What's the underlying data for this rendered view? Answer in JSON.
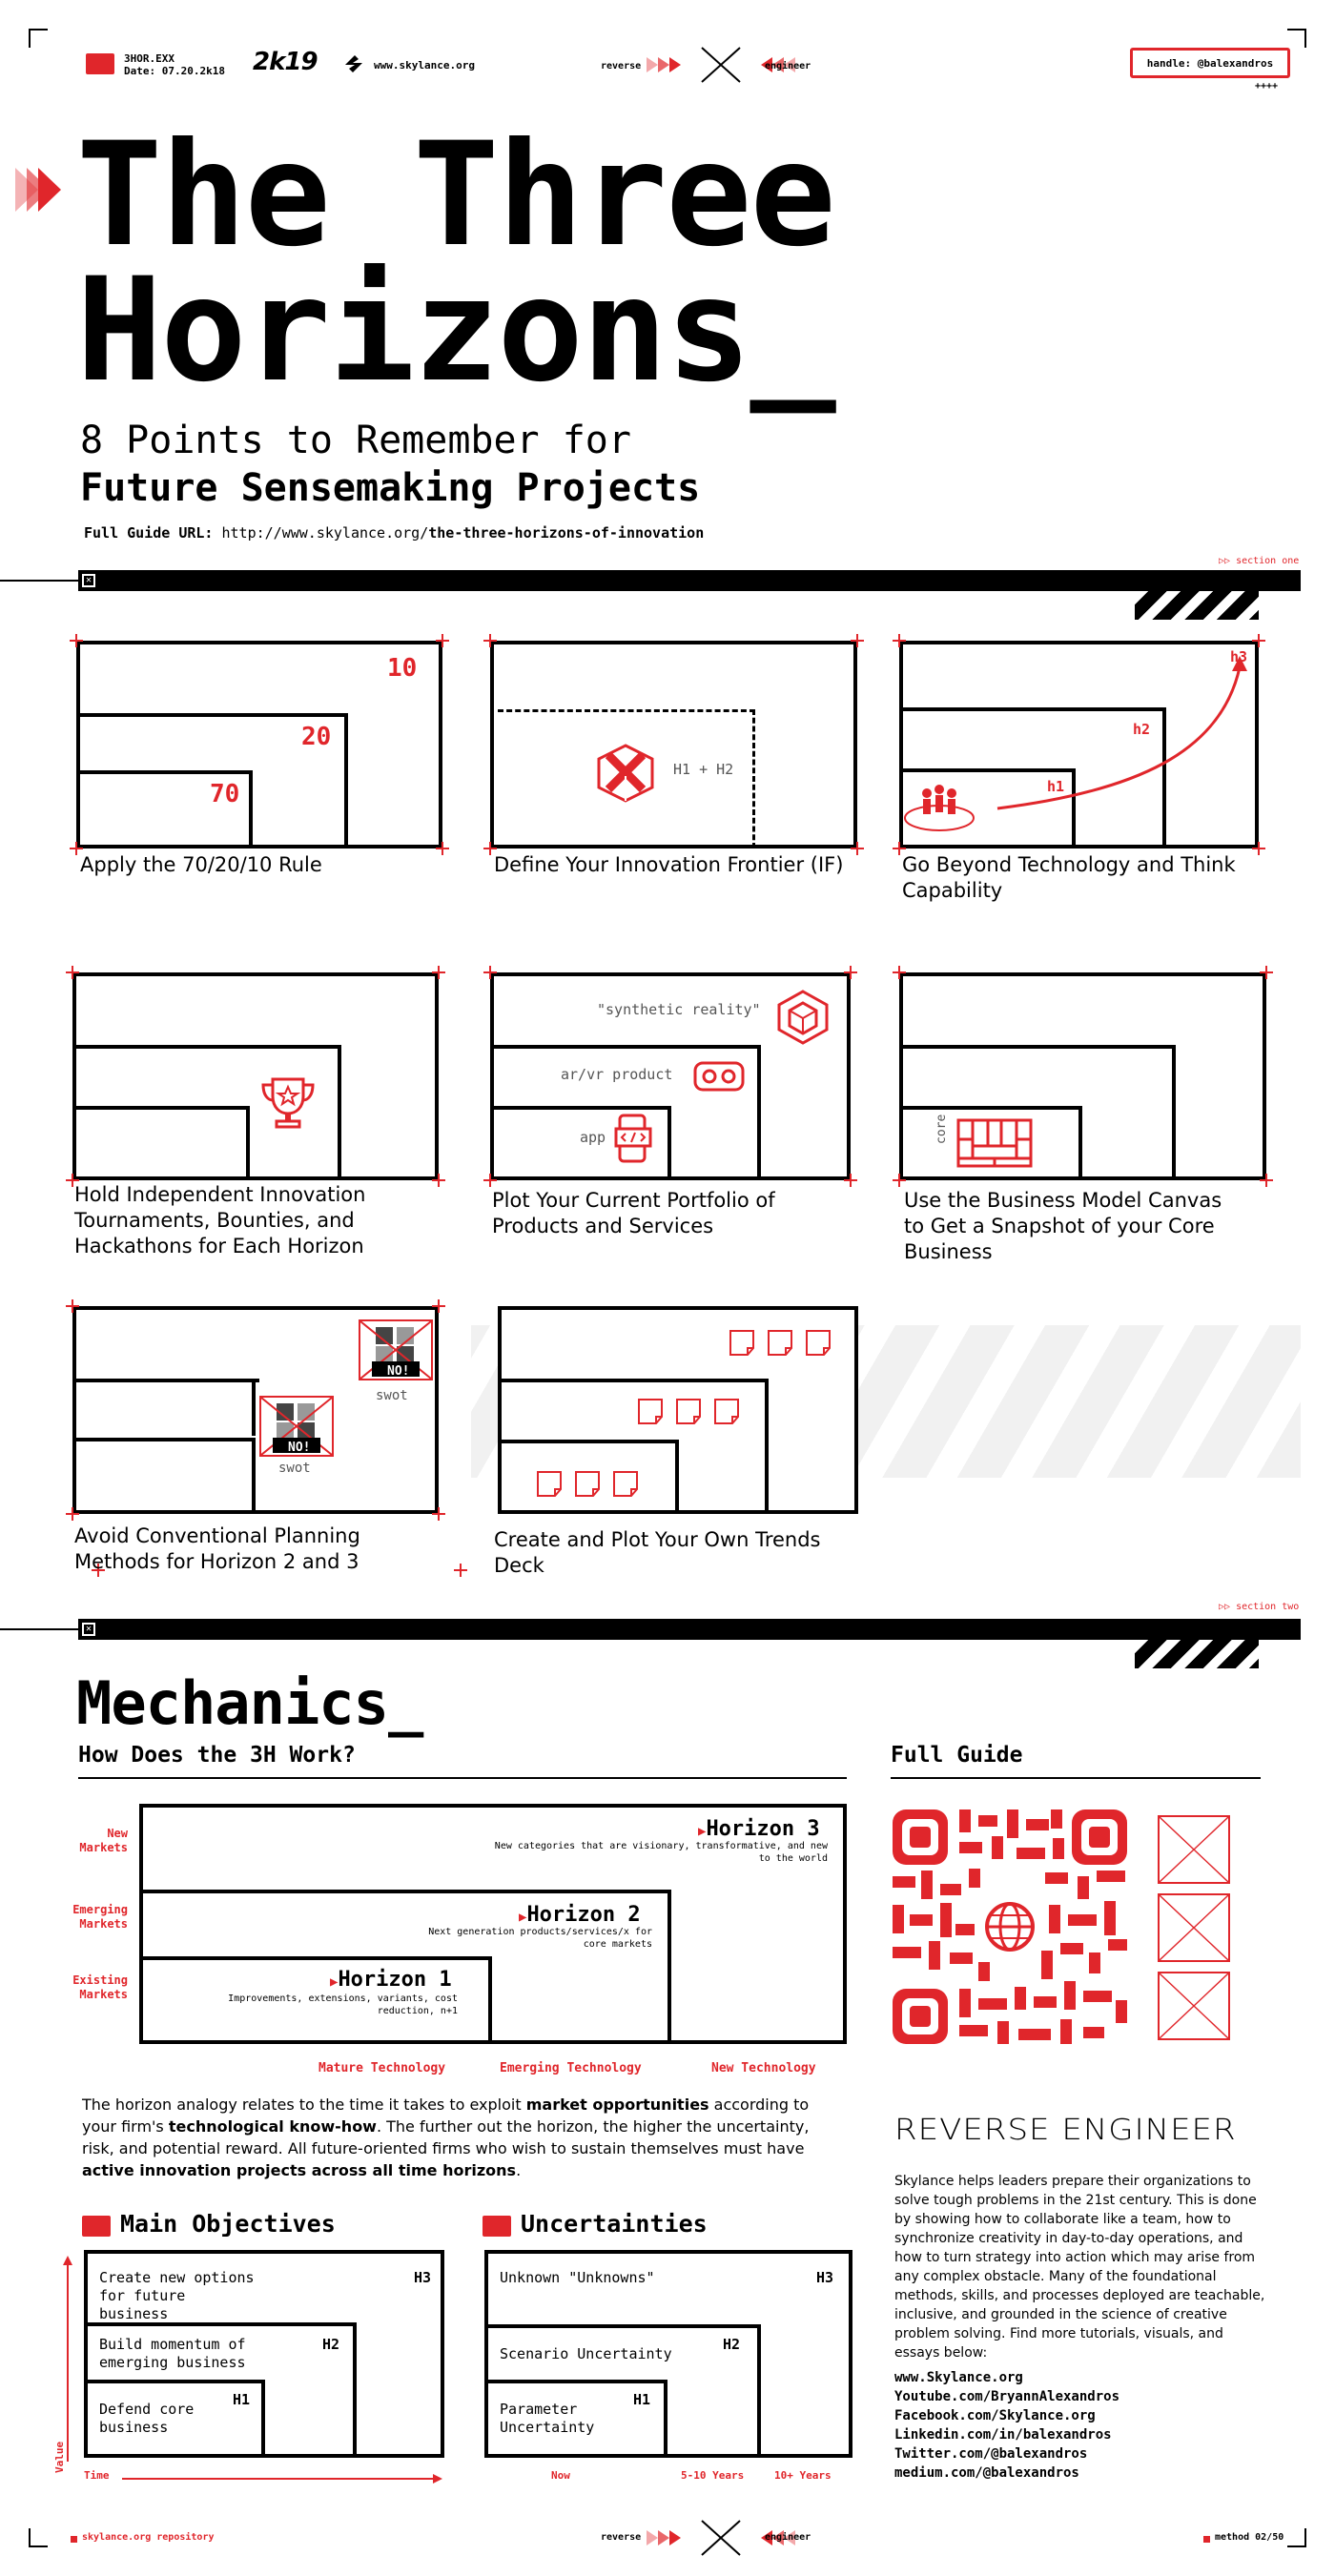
{
  "header": {
    "file_label": "3HOR.EXX",
    "date_label": "Date: 07.20.2k18",
    "year_logo": "2k19",
    "site": "www.skylance.org",
    "nav_left": "reverse",
    "nav_right": "engineer",
    "handle": "handle: @balexandros",
    "handle_marks": "++++"
  },
  "hero": {
    "title_line1": "The Three",
    "title_line2": "Horizons_",
    "subtitle_line1": "8 Points to Remember for",
    "subtitle_line2": "Future Sensemaking Projects",
    "guide_label": "Full Guide URL:",
    "guide_url_plain": "http://www.skylance.org/",
    "guide_url_bold": "the-three-horizons-of-innovation"
  },
  "sections": {
    "one": "section one",
    "two": "section two"
  },
  "cards": [
    {
      "title": "Apply the 70/20/10 Rule",
      "labels": [
        "10",
        "20",
        "70"
      ]
    },
    {
      "title": "Define Your Innovation Frontier (IF)",
      "labels": [
        "H1 + H2"
      ]
    },
    {
      "title": "Go Beyond Technology and Think Capability",
      "labels": [
        "h3",
        "h2",
        "h1"
      ]
    },
    {
      "title": "Hold Independent Innovation Tournaments, Bounties, and Hackathons for Each Horizon"
    },
    {
      "title": "Plot Your Current Portfolio of Products and Services",
      "labels": [
        "\"synthetic reality\"",
        "ar/vr product",
        "app"
      ]
    },
    {
      "title": "Use the Business Model Canvas to Get a Snapshot of your Core Business",
      "labels": [
        "core"
      ]
    },
    {
      "title": "Avoid Conventional Planning Methods for Horizon 2 and 3",
      "labels": [
        "swot",
        "swot",
        "NO!",
        "NO!"
      ]
    },
    {
      "title": "Create and Plot Your Own Trends Deck"
    }
  ],
  "mechanics": {
    "title": "Mechanics_",
    "question": "How Does the 3H Work?",
    "rows": [
      {
        "y_label_1": "New",
        "y_label_2": "Markets",
        "name": "Horizon 3",
        "desc": "New categories that are visionary, transformative, and new to the world"
      },
      {
        "y_label_1": "Emerging",
        "y_label_2": "Markets",
        "name": "Horizon 2",
        "desc": "Next generation products/services/x for core markets"
      },
      {
        "y_label_1": "Existing",
        "y_label_2": "Markets",
        "name": "Horizon 1",
        "desc": "Improvements, extensions, variants, cost reduction, n+1"
      }
    ],
    "x_labels": [
      "Mature Technology",
      "Emerging Technology",
      "New Technology"
    ],
    "paragraph_parts": [
      "The horizon analogy relates to the time it takes to exploit ",
      "market opportunities",
      " according to your firm's ",
      "technological know-how",
      ". The further out the horizon, the higher the uncertainty, risk, and potential reward. All future-oriented firms who wish to sustain themselves must have ",
      "active innovation projects across all time horizons",
      "."
    ]
  },
  "objectives": {
    "title": "Main Objectives",
    "items": [
      {
        "tag": "H3",
        "text": "Create new options for future business"
      },
      {
        "tag": "H2",
        "text": "Build momentum of emerging business"
      },
      {
        "tag": "H1",
        "text": "Defend core business"
      }
    ],
    "y_axis": "Value",
    "x_axis": "Time"
  },
  "uncertainties": {
    "title": "Uncertainties",
    "items": [
      {
        "tag": "H3",
        "text": "Unknown \"Unknowns\""
      },
      {
        "tag": "H2",
        "text": "Scenario Uncertainty"
      },
      {
        "tag": "H1",
        "text": "Parameter Uncertainty"
      }
    ],
    "x_labels": [
      "Now",
      "5-10 Years",
      "10+ Years"
    ]
  },
  "full_guide": {
    "title": "Full Guide",
    "brand": "REVERSE ENGINEER",
    "blurb": "Skylance helps leaders prepare their organizations to solve tough problems in the 21st century. This is done by showing how to collaborate like a team, how to synchronize creativity in day-to-day operations, and how to turn strategy into action which may arise from any complex obstacle. Many of the foundational methods, skills, and processes deployed are teachable, inclusive, and grounded in the science of creative problem solving. Find more tutorials, visuals, and essays below:",
    "links": [
      "www.Skylance.org",
      "Youtube.com/BryannAlexandros",
      "Facebook.com/Skylance.org",
      "Linkedin.com/in/balexandros",
      "Twitter.com/@balexandros",
      "medium.com/@balexandros"
    ]
  },
  "footer": {
    "left": "skylance.org repository",
    "nav_left": "reverse",
    "nav_right": "engineer",
    "right": "method 02/50"
  },
  "colors": {
    "accent": "#e0262b",
    "ink": "#000000",
    "bg": "#ffffff"
  }
}
